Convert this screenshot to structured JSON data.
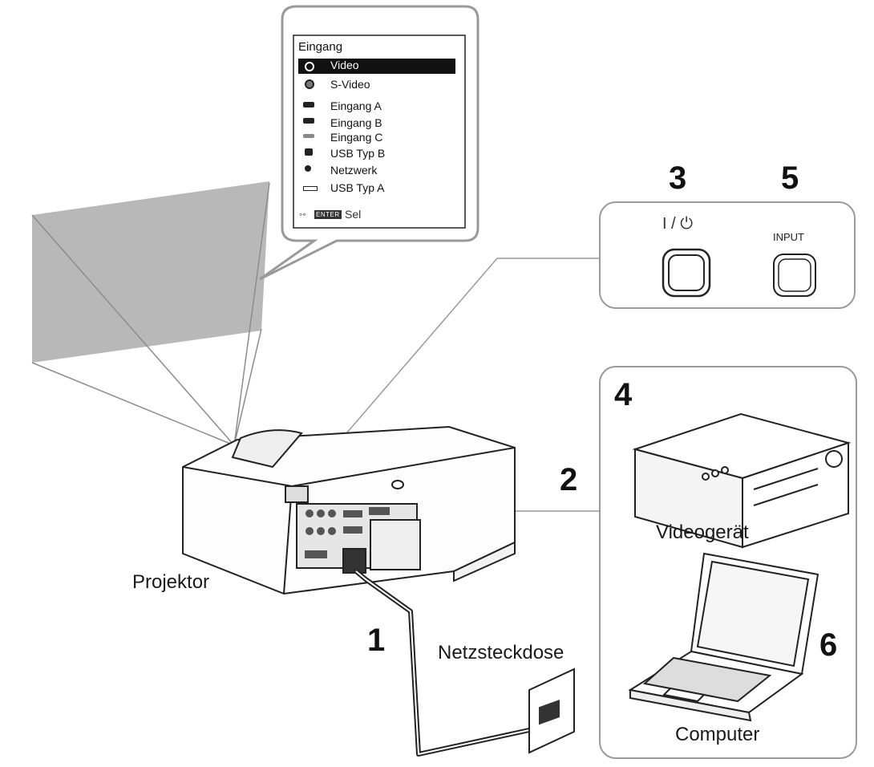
{
  "menu": {
    "title": "Eingang",
    "items": [
      {
        "label": "Video",
        "icon": "video-input-icon",
        "selected": true
      },
      {
        "label": "S-Video",
        "icon": "s-video-input-icon",
        "selected": false
      },
      {
        "label": "Eingang A",
        "icon": "input-a-icon",
        "selected": false
      },
      {
        "label": "Eingang B",
        "icon": "input-b-icon",
        "selected": false
      },
      {
        "label": "Eingang C",
        "icon": "input-c-icon",
        "selected": false
      },
      {
        "label": "USB Typ B",
        "icon": "usb-type-b-icon",
        "selected": false
      },
      {
        "label": "Netzwerk",
        "icon": "network-icon",
        "selected": false
      },
      {
        "label": "USB Typ A",
        "icon": "usb-type-a-icon",
        "selected": false
      }
    ],
    "footer_key": "ENTER",
    "footer_text": "Sel"
  },
  "control_panel": {
    "power_label": "I / ⏻",
    "input_label": "INPUT"
  },
  "steps": {
    "s1": "1",
    "s2": "2",
    "s3": "3",
    "s4": "4",
    "s5": "5",
    "s6": "6"
  },
  "labels": {
    "projector": "Projektor",
    "outlet": "Netzsteckdose",
    "video_device": "Videogerät",
    "computer": "Computer"
  },
  "colors": {
    "screen": "#b3b3b3",
    "line": "#9a9a9a",
    "outline": "#222222"
  }
}
